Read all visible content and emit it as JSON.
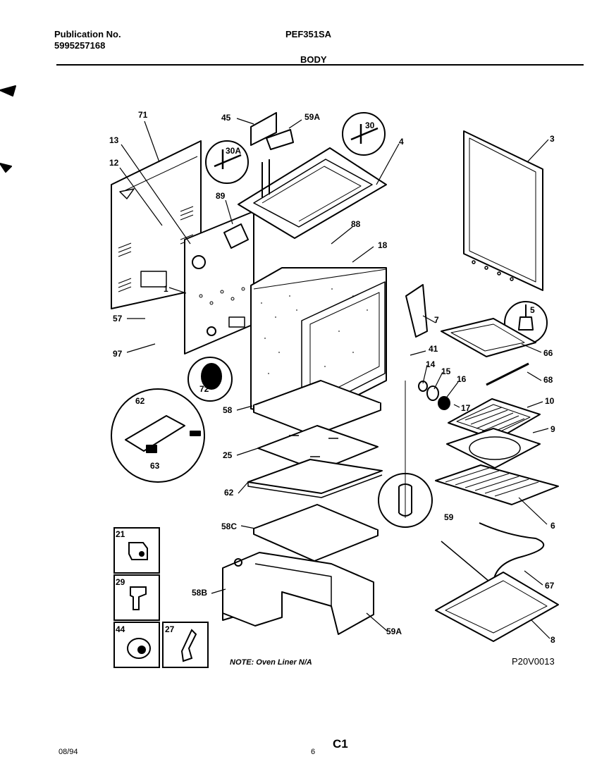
{
  "header": {
    "publication_label": "Publication No.",
    "publication_number": "5995257168",
    "model": "PEF351SA",
    "section": "BODY"
  },
  "parts": {
    "p71": "71",
    "p13": "13",
    "p12": "12",
    "p45": "45",
    "p59A_top": "59A",
    "p30": "30",
    "p30A": "30A",
    "p4": "4",
    "p3": "3",
    "p89": "89",
    "p88": "88",
    "p18": "18",
    "p1": "1",
    "p57": "57",
    "p97": "97",
    "p72": "72",
    "p7": "7",
    "p41": "41",
    "p5": "5",
    "p66": "66",
    "p14": "14",
    "p15": "15",
    "p16": "16",
    "p68": "68",
    "p17": "17",
    "p10": "10",
    "p9": "9",
    "p58": "58",
    "p62_top": "62",
    "p63": "63",
    "p25": "25",
    "p62": "62",
    "p59": "59",
    "p6": "6",
    "p58C": "58C",
    "p21": "21",
    "p29": "29",
    "p58B": "58B",
    "p67": "67",
    "p44": "44",
    "p27": "27",
    "p59A_bottom": "59A",
    "p8": "8"
  },
  "note": "NOTE: Oven Liner N/A",
  "figure_code": "P20V0013",
  "footer": {
    "date": "08/94",
    "page": "6",
    "code": "C1"
  }
}
